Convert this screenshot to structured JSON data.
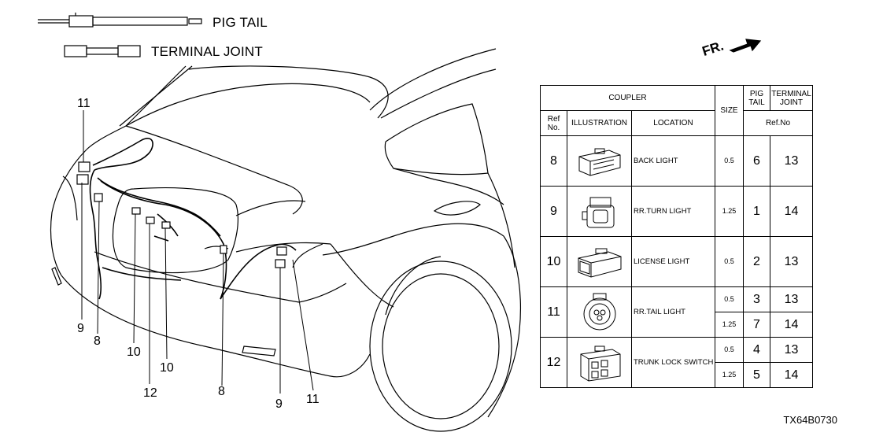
{
  "legend": {
    "pigtail_label": "PIG TAIL",
    "terminal_joint_label": "TERMINAL JOINT"
  },
  "orientation": {
    "front_label": "FR."
  },
  "callouts": {
    "c11_top": "11",
    "c9_left": "9",
    "c8_left": "8",
    "c10_a": "10",
    "c12": "12",
    "c10_b": "10",
    "c8_right": "8",
    "c9_right": "9",
    "c11_right": "11"
  },
  "table": {
    "headers": {
      "coupler": "COUPLER",
      "size": "SIZE",
      "pig_tail_1": "PIG",
      "pig_tail_2": "TAIL",
      "terminal_joint_1": "TERMINAL",
      "terminal_joint_2": "JOINT",
      "ref_no_1": "Ref",
      "ref_no_2": "No.",
      "illustration": "ILLUSTRATION",
      "location": "LOCATION",
      "ref_no_span": "Ref.No"
    },
    "rows": [
      {
        "ref": "8",
        "location": "BACK LIGHT",
        "sizes": [
          {
            "size": "0.5",
            "pig": "6",
            "tj": "13"
          }
        ]
      },
      {
        "ref": "9",
        "location": "RR.TURN LIGHT",
        "sizes": [
          {
            "size": "1.25",
            "pig": "1",
            "tj": "14"
          }
        ]
      },
      {
        "ref": "10",
        "location": "LICENSE LIGHT",
        "sizes": [
          {
            "size": "0.5",
            "pig": "2",
            "tj": "13"
          }
        ]
      },
      {
        "ref": "11",
        "location": "RR.TAIL LIGHT",
        "sizes": [
          {
            "size": "0.5",
            "pig": "3",
            "tj": "13"
          },
          {
            "size": "1.25",
            "pig": "7",
            "tj": "14"
          }
        ]
      },
      {
        "ref": "12",
        "location": "TRUNK LOCK SWITCH",
        "sizes": [
          {
            "size": "0.5",
            "pig": "4",
            "tj": "13"
          },
          {
            "size": "1.25",
            "pig": "5",
            "tj": "14"
          }
        ]
      }
    ]
  },
  "diagram_code": "TX64B0730"
}
